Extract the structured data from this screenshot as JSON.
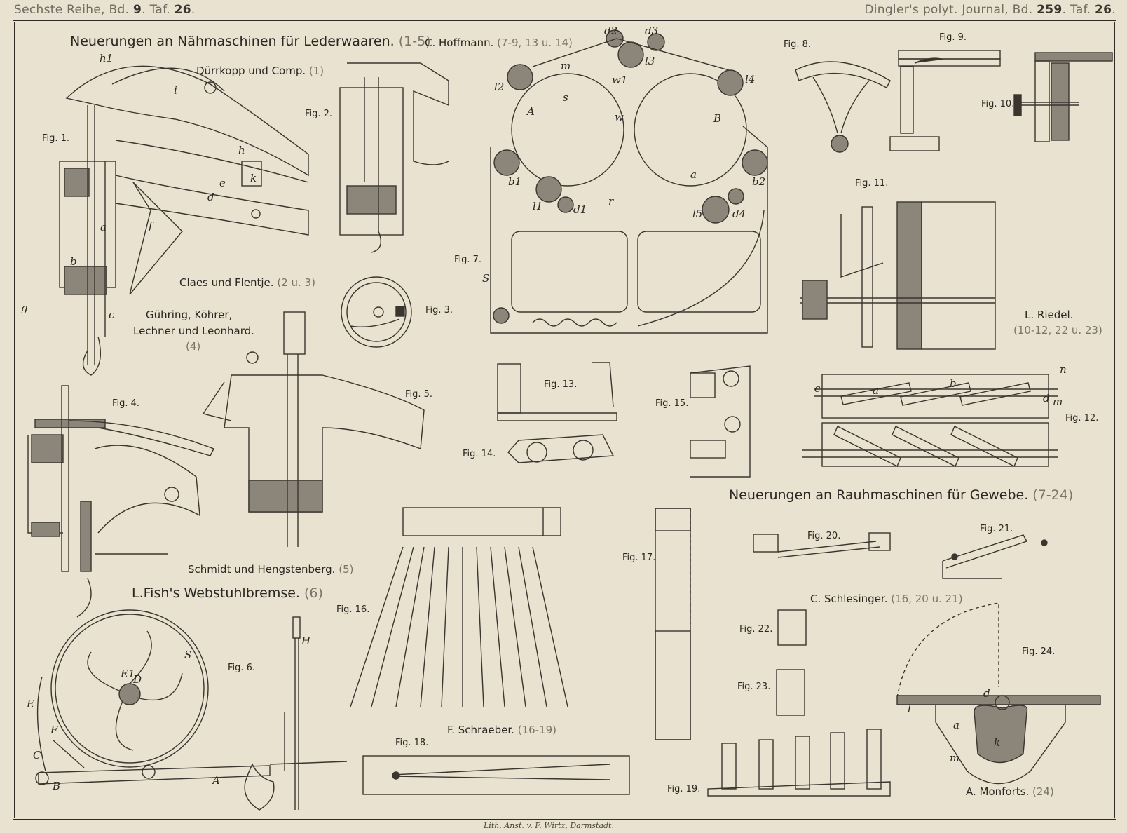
{
  "header": {
    "left": {
      "series": "Sechste Reihe, Bd.",
      "volume": "9",
      "plate_prefix": ". Taf.",
      "plate": "26",
      "end": "."
    },
    "right": {
      "journal": "Dingler's polyt. Journal, Bd.",
      "volume": "259",
      "plate_prefix": ". Taf.",
      "plate": "26",
      "end": "."
    }
  },
  "sections": {
    "sewing": {
      "title": "Neuerungen an Nähmaschinen für Lederwaaren.",
      "ref": "(1-5)"
    },
    "raising": {
      "title": "Neuerungen an Rauhmaschinen für Gewebe.",
      "ref": "(7-24)"
    },
    "loom": {
      "title": "L.Fish's Webstuhlbremse.",
      "ref": "(6)"
    }
  },
  "manufacturers": [
    {
      "name": "Dürrkopp und Comp.",
      "ref": "(1)"
    },
    {
      "name": "C. Hoffmann.",
      "ref": "(7-9, 13 u. 14)"
    },
    {
      "name": "Claes und Flentje.",
      "ref": "(2 u. 3)"
    },
    {
      "name": "Gühring, Köhrer,",
      "name2": "Lechner und Leonhard.",
      "ref": "(4)"
    },
    {
      "name": "Schmidt und Hengstenberg.",
      "ref": "(5)"
    },
    {
      "name": "L. Riedel.",
      "ref": "(10-12, 22 u. 23)"
    },
    {
      "name": "C. Schlesinger.",
      "ref": "(16, 20 u. 21)"
    },
    {
      "name": "F. Schraeber.",
      "ref": "(16-19)"
    },
    {
      "name": "A. Monforts.",
      "ref": "(24)"
    }
  ],
  "figures": [
    "Fig. 1.",
    "Fig. 2.",
    "Fig. 3.",
    "Fig. 4.",
    "Fig. 5.",
    "Fig. 6.",
    "Fig. 7.",
    "Fig. 8.",
    "Fig. 9.",
    "Fig. 10.",
    "Fig. 11.",
    "Fig. 12.",
    "Fig. 13.",
    "Fig. 14.",
    "Fig. 15.",
    "Fig. 16.",
    "Fig. 17.",
    "Fig. 18.",
    "Fig. 19.",
    "Fig. 20.",
    "Fig. 21.",
    "Fig. 22.",
    "Fig. 23.",
    "Fig. 24."
  ],
  "labels": {
    "fig1": [
      "h1",
      "i",
      "h",
      "k",
      "e",
      "d",
      "a",
      "f",
      "b",
      "c",
      "g"
    ],
    "fig6": [
      "S",
      "E1",
      "D",
      "E",
      "F",
      "C",
      "B",
      "A",
      "H"
    ],
    "fig7": [
      "d2",
      "d3",
      "l2",
      "l3",
      "l4",
      "A",
      "B",
      "m",
      "s",
      "w",
      "w1",
      "a",
      "b1",
      "b2",
      "l1",
      "d1",
      "l5",
      "d4",
      "r",
      "S"
    ],
    "fig12": [
      "d",
      "c",
      "a",
      "b",
      "n",
      "m"
    ],
    "fig24": [
      "d",
      "l",
      "a",
      "k",
      "m"
    ]
  },
  "credit": "Lith. Anst. v. F. Wirtz, Darmstadt."
}
